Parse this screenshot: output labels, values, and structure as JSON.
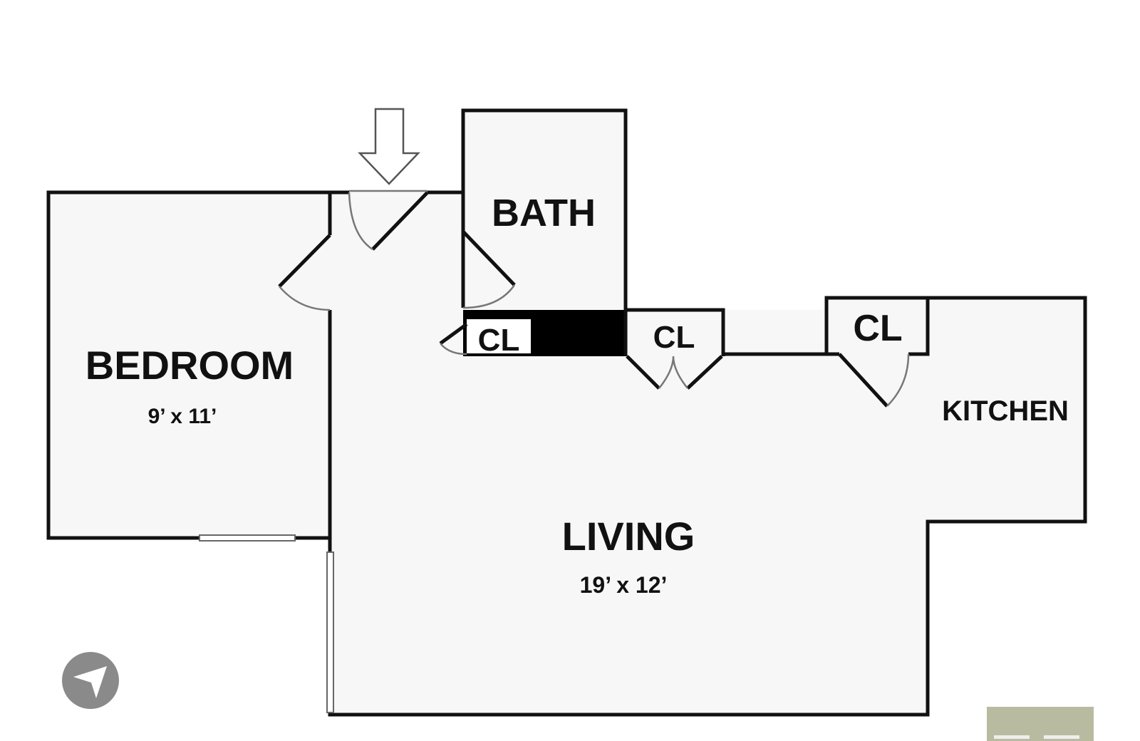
{
  "floorplan": {
    "rooms": {
      "bedroom": {
        "name": "BEDROOM",
        "size": "9’ x 11’"
      },
      "bath": {
        "name": "BATH"
      },
      "living": {
        "name": "LIVING",
        "size": "19’ x 12’"
      },
      "kitchen": {
        "name": "KITCHEN"
      },
      "closets": [
        "CL",
        "CL",
        "CL"
      ]
    },
    "icons": {
      "entry": "arrow-down-icon",
      "navigation": "navigation-arrow-icon"
    },
    "colors": {
      "wall": "#111111",
      "floor": "#f7f7f7",
      "nav_button": "#8a8a8a",
      "badge": "#b8bb9f"
    }
  }
}
